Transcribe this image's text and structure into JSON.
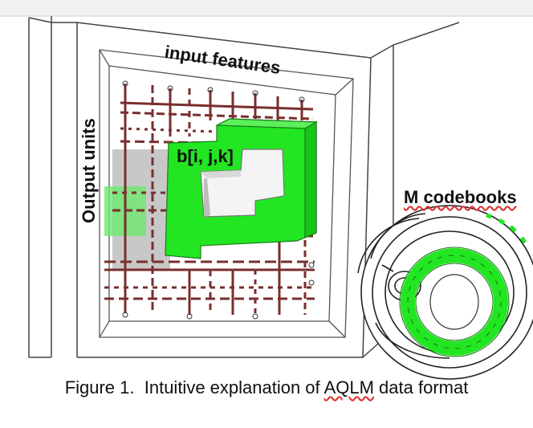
{
  "labels": {
    "input_features": "input features",
    "output_units": "Output units",
    "block_index": "b[i, j,k]",
    "codebooks": "M codebooks"
  },
  "caption": {
    "prefix": "Figure 1.  Intuitive explanation of ",
    "term": "AQLM",
    "suffix": " data format"
  },
  "colors": {
    "block_green": "#22e622",
    "grid_line": "#7a2e2e",
    "frame": "#555555"
  }
}
